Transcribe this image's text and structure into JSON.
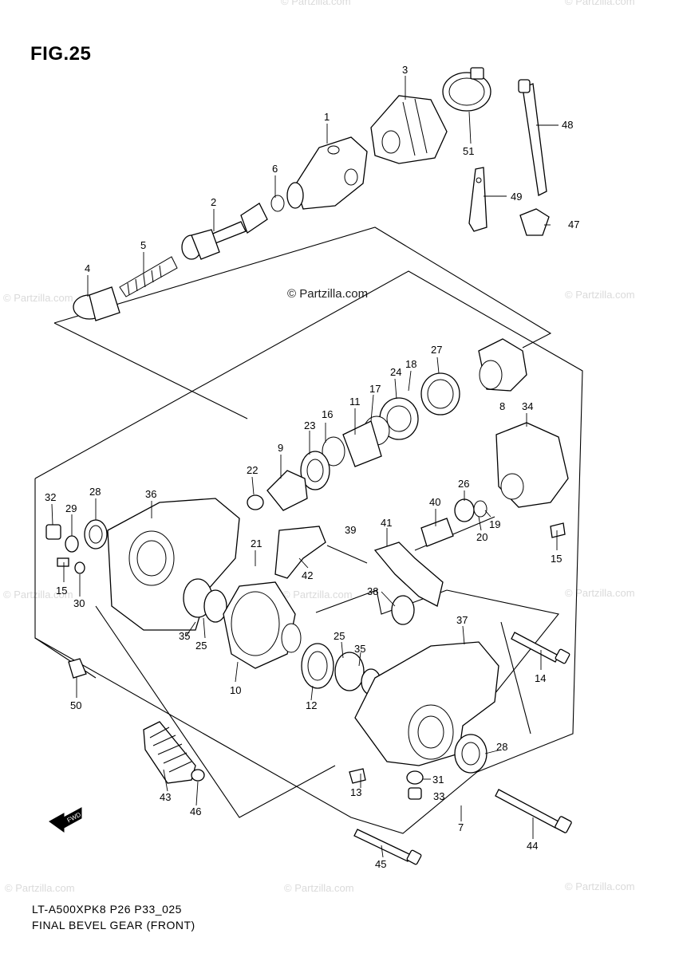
{
  "figure": {
    "title": "FIG.25",
    "watermark": "© Partzilla.com",
    "center_watermark": "© Partzilla.com",
    "footer_line1": "LT-A500XPK8 P26 P33_025",
    "footer_line2": "FINAL BEVEL GEAR (FRONT)",
    "front_arrow_label": "FWD"
  },
  "callouts": [
    {
      "id": "c1",
      "label": "1"
    },
    {
      "id": "c2",
      "label": "2"
    },
    {
      "id": "c3",
      "label": "3"
    },
    {
      "id": "c4",
      "label": "4"
    },
    {
      "id": "c5",
      "label": "5"
    },
    {
      "id": "c6",
      "label": "6"
    },
    {
      "id": "c7",
      "label": "7"
    },
    {
      "id": "c8",
      "label": "8"
    },
    {
      "id": "c9",
      "label": "9"
    },
    {
      "id": "c10",
      "label": "10"
    },
    {
      "id": "c11",
      "label": "11"
    },
    {
      "id": "c12",
      "label": "12"
    },
    {
      "id": "c13",
      "label": "13"
    },
    {
      "id": "c14",
      "label": "14"
    },
    {
      "id": "c15a",
      "label": "15"
    },
    {
      "id": "c15b",
      "label": "15"
    },
    {
      "id": "c16",
      "label": "16"
    },
    {
      "id": "c17",
      "label": "17"
    },
    {
      "id": "c18",
      "label": "18"
    },
    {
      "id": "c19",
      "label": "19"
    },
    {
      "id": "c20",
      "label": "20"
    },
    {
      "id": "c21",
      "label": "21"
    },
    {
      "id": "c22",
      "label": "22"
    },
    {
      "id": "c23",
      "label": "23"
    },
    {
      "id": "c24",
      "label": "24"
    },
    {
      "id": "c25a",
      "label": "25"
    },
    {
      "id": "c25b",
      "label": "25"
    },
    {
      "id": "c26",
      "label": "26"
    },
    {
      "id": "c27",
      "label": "27"
    },
    {
      "id": "c28a",
      "label": "28"
    },
    {
      "id": "c28b",
      "label": "28"
    },
    {
      "id": "c29",
      "label": "29"
    },
    {
      "id": "c30",
      "label": "30"
    },
    {
      "id": "c31",
      "label": "31"
    },
    {
      "id": "c32",
      "label": "32"
    },
    {
      "id": "c33",
      "label": "33"
    },
    {
      "id": "c34",
      "label": "34"
    },
    {
      "id": "c35a",
      "label": "35"
    },
    {
      "id": "c35b",
      "label": "35"
    },
    {
      "id": "c36",
      "label": "36"
    },
    {
      "id": "c37",
      "label": "37"
    },
    {
      "id": "c38",
      "label": "38"
    },
    {
      "id": "c39",
      "label": "39"
    },
    {
      "id": "c40",
      "label": "40"
    },
    {
      "id": "c41",
      "label": "41"
    },
    {
      "id": "c42",
      "label": "42"
    },
    {
      "id": "c43",
      "label": "43"
    },
    {
      "id": "c44",
      "label": "44"
    },
    {
      "id": "c45",
      "label": "45"
    },
    {
      "id": "c46",
      "label": "46"
    },
    {
      "id": "c47",
      "label": "47"
    },
    {
      "id": "c48",
      "label": "48"
    },
    {
      "id": "c49",
      "label": "49"
    },
    {
      "id": "c50",
      "label": "50"
    },
    {
      "id": "c51",
      "label": "51"
    }
  ]
}
